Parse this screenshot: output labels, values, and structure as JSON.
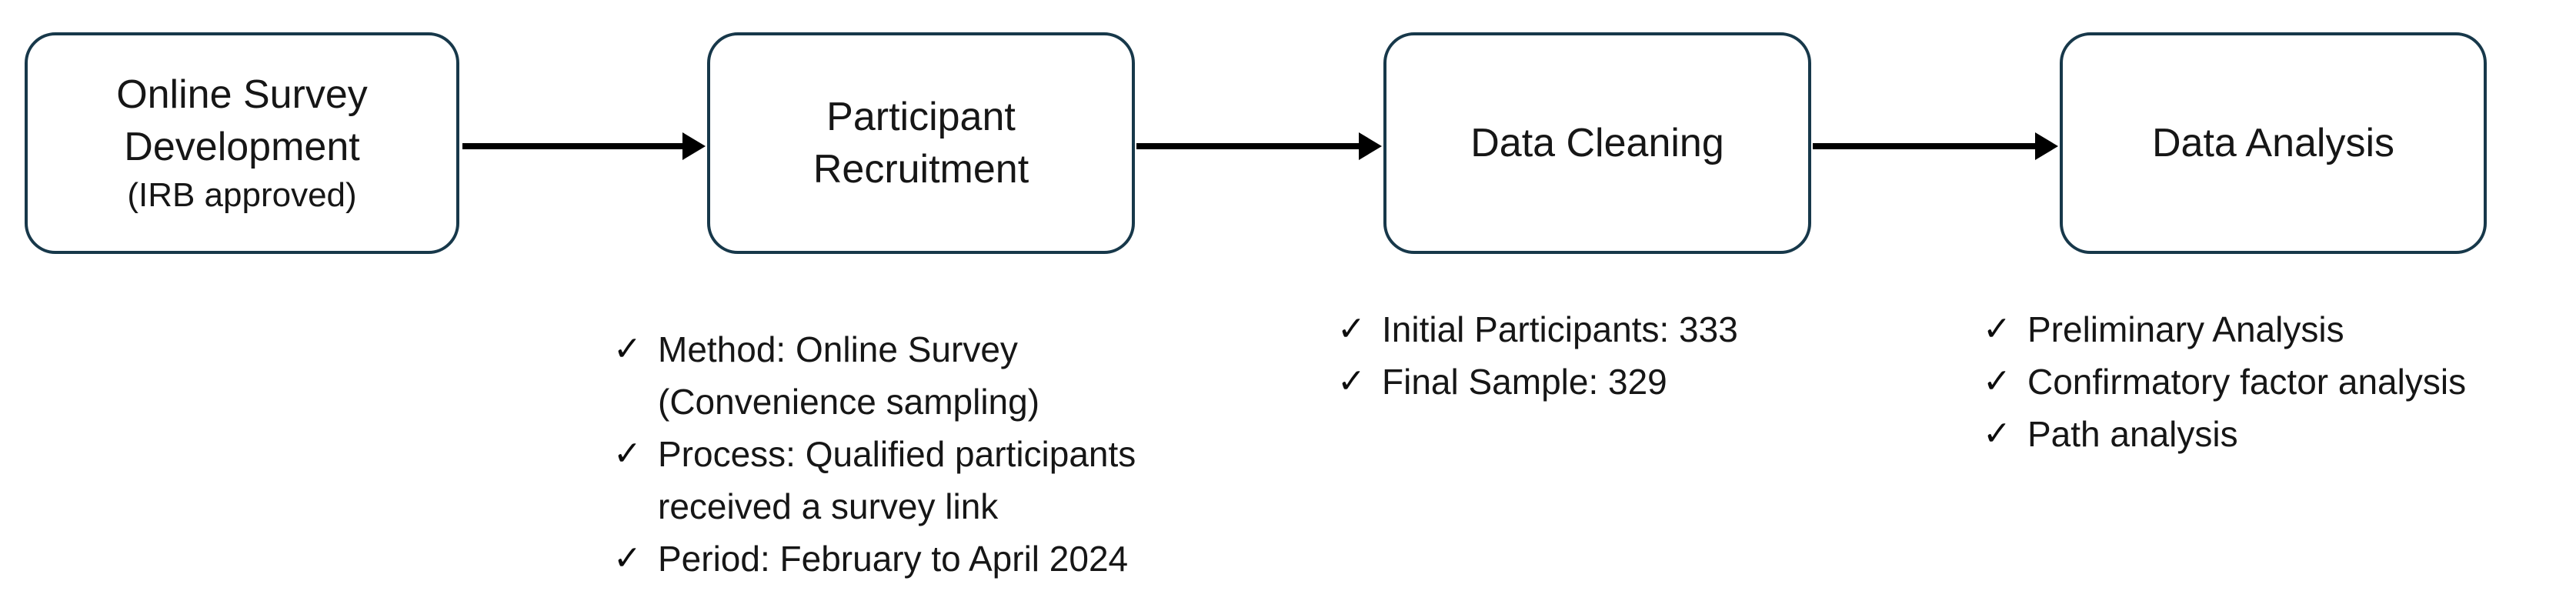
{
  "diagram": {
    "check_glyph": "✓",
    "colors": {
      "box_border": "#17384a",
      "box_fill": "#ffffff",
      "arrow": "#000000",
      "text": "#161616"
    },
    "steps": [
      {
        "id": "online-survey-development",
        "title_lines": [
          "Online Survey",
          "Development"
        ],
        "subtitle": "(IRB approved)"
      },
      {
        "id": "participant-recruitment",
        "title_lines": [
          "Participant",
          "Recruitment"
        ],
        "subtitle": ""
      },
      {
        "id": "data-cleaning",
        "title_lines": [
          "Data Cleaning"
        ],
        "subtitle": ""
      },
      {
        "id": "data-analysis",
        "title_lines": [
          "Data Analysis"
        ],
        "subtitle": ""
      }
    ],
    "checklists": {
      "recruitment": {
        "items": [
          {
            "lines": [
              "Method: Online Survey",
              "(Convenience sampling)"
            ]
          },
          {
            "lines": [
              "Process: Qualified participants",
              "received a survey link"
            ]
          },
          {
            "lines": [
              "Period: February to April 2024"
            ]
          }
        ]
      },
      "cleaning": {
        "items": [
          {
            "lines": [
              "Initial Participants: 333"
            ]
          },
          {
            "lines": [
              "Final Sample: 329"
            ]
          }
        ]
      },
      "analysis": {
        "items": [
          {
            "lines": [
              "Preliminary Analysis"
            ]
          },
          {
            "lines": [
              "Confirmatory factor analysis"
            ]
          },
          {
            "lines": [
              "Path analysis"
            ]
          }
        ]
      }
    }
  }
}
